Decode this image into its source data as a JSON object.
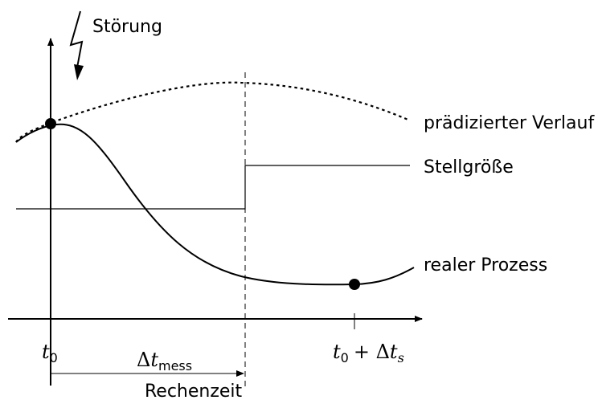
{
  "labels": {
    "disturbance": "Störung",
    "predicted": "prädizierter Verlauf",
    "control": "Stellgröße",
    "real": "realer Prozess",
    "t0": "t",
    "t0_sub": "0",
    "ts_t": "t",
    "ts_sub0": "0",
    "ts_plus": "+ Δ",
    "ts_t2": "t",
    "ts_s": "s",
    "delta": "Δ",
    "delta_t": "t",
    "delta_sub": "mess",
    "compute": "Rechenzeit"
  }
}
